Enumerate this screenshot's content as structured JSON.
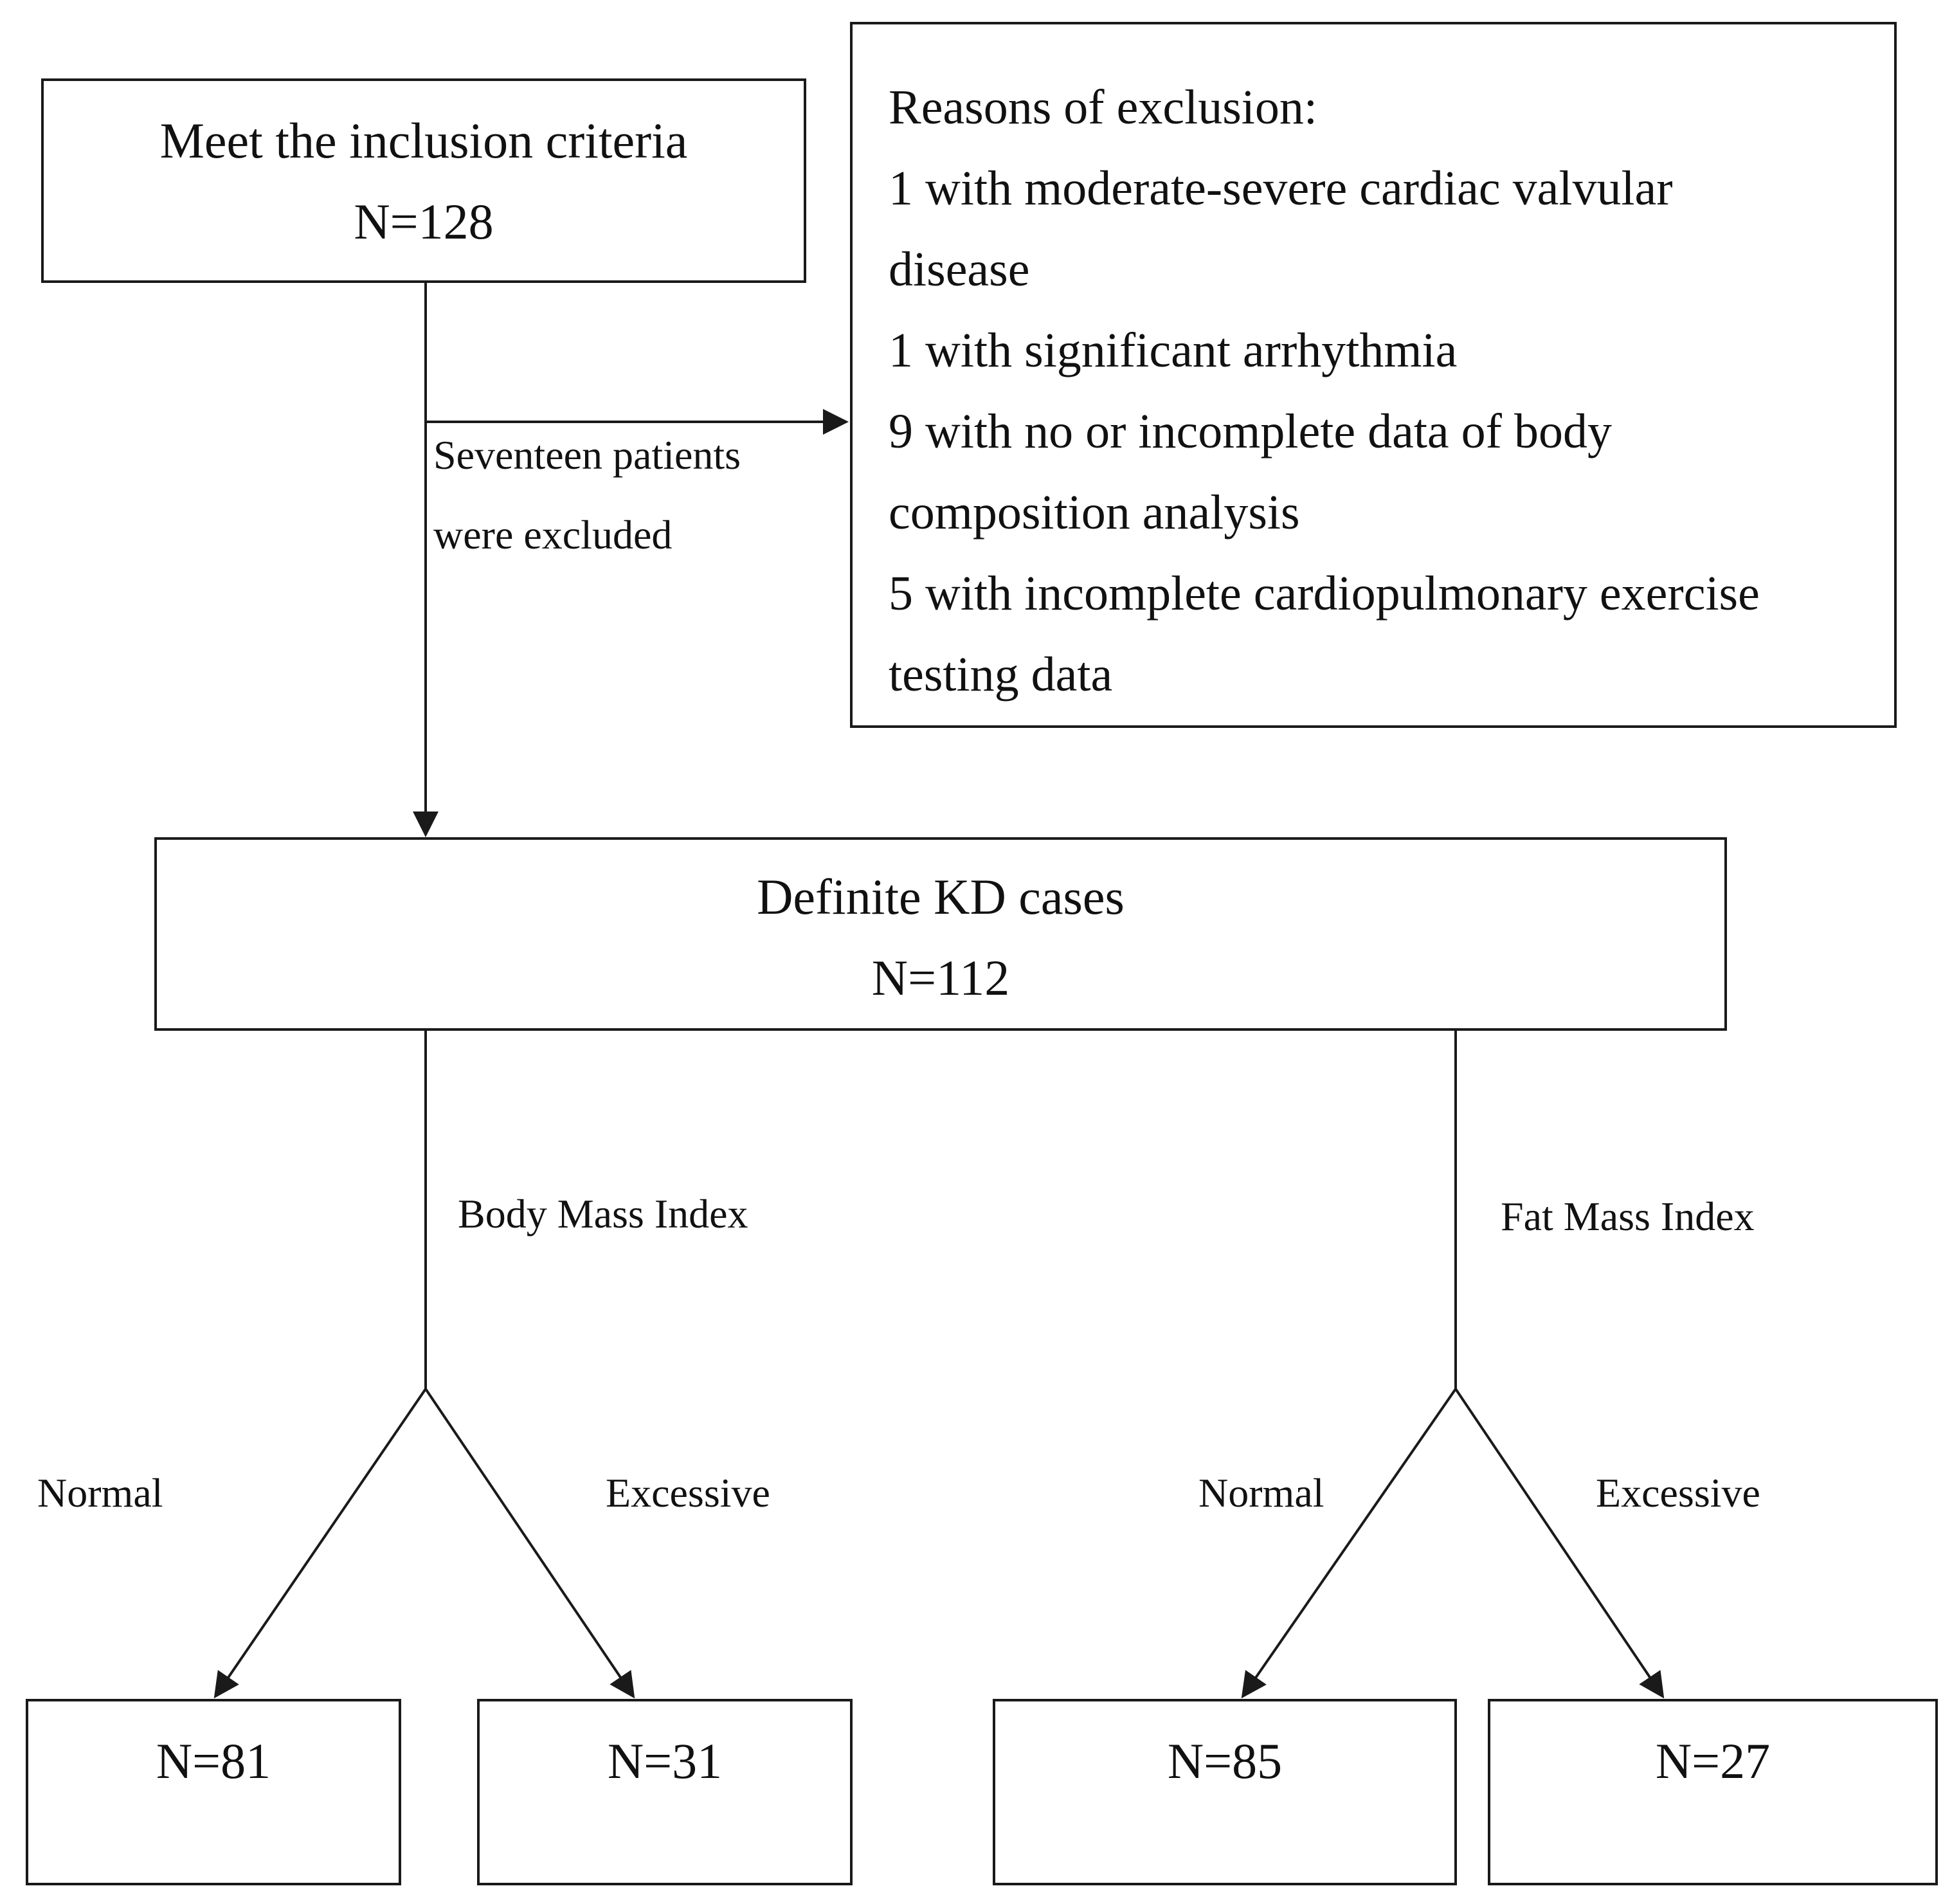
{
  "inclusion": {
    "title": "Meet the inclusion criteria",
    "count": "N=128"
  },
  "exclusion": {
    "heading": "Reasons of exclusion:",
    "lines": [
      "1 with moderate-severe cardiac valvular",
      "disease",
      "1 with significant arrhythmia",
      "9 with no or incomplete data of body",
      "composition analysis",
      "5 with incomplete cardiopulmonary exercise",
      "testing data"
    ],
    "arrow_label": [
      "Seventeen patients",
      "were excluded"
    ]
  },
  "definite": {
    "title": "Definite KD cases",
    "count": "N=112"
  },
  "bmi_branch": {
    "label": "Body Mass Index",
    "normal_label": "Normal",
    "excessive_label": "Excessive",
    "normal_count": "N=81",
    "excessive_count": "N=31"
  },
  "fmi_branch": {
    "label": "Fat Mass Index",
    "normal_label": "Normal",
    "excessive_label": "Excessive",
    "normal_count": "N=85",
    "excessive_count": "N=27"
  },
  "colors": {
    "stroke": "#1a1a1a",
    "text": "#111111",
    "background": "#ffffff"
  }
}
